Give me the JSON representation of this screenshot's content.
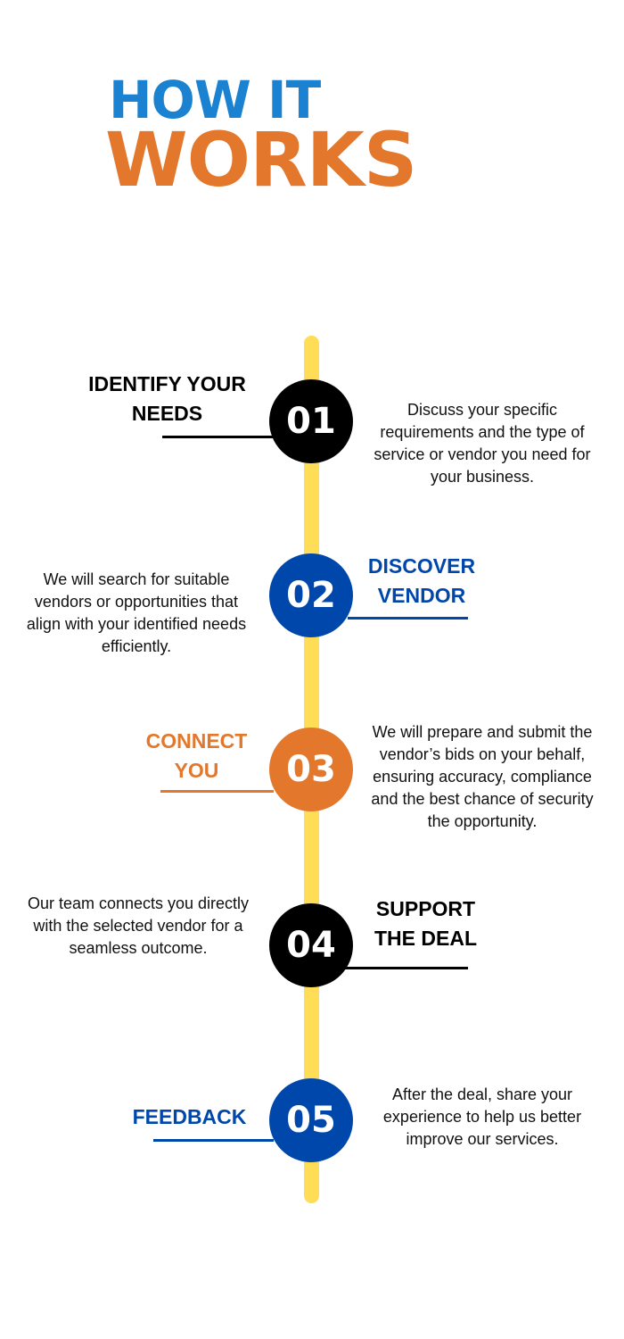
{
  "title": {
    "line1": "HOW IT",
    "line2": "WORKS"
  },
  "colors": {
    "title_blue": "#1A82D0",
    "orange": "#E3782D",
    "blue": "#0047AB",
    "black": "#000000",
    "yellow": "#FFDD57"
  },
  "steps": [
    {
      "number": "01",
      "heading_1": "IDENTIFY YOUR",
      "heading_2": "NEEDS",
      "description": "Discuss your specific requirements and the type of service or vendor you need for your business."
    },
    {
      "number": "02",
      "heading_1": "DISCOVER",
      "heading_2": "VENDOR",
      "description": "We will search for suitable vendors or opportunities that align with your identified needs efficiently."
    },
    {
      "number": "03",
      "heading_1": "CONNECT",
      "heading_2": "YOU",
      "description": "We will prepare and submit the vendor’s bids on your behalf, ensuring accuracy, compliance and the best chance of security the opportunity."
    },
    {
      "number": "04",
      "heading_1": "SUPPORT",
      "heading_2": "THE DEAL",
      "description": "Our team connects you directly with the selected vendor for a seamless outcome."
    },
    {
      "number": "05",
      "heading_1": "FEEDBACK",
      "heading_2": "",
      "description": "After the deal, share your experience to help us better improve our services."
    }
  ]
}
